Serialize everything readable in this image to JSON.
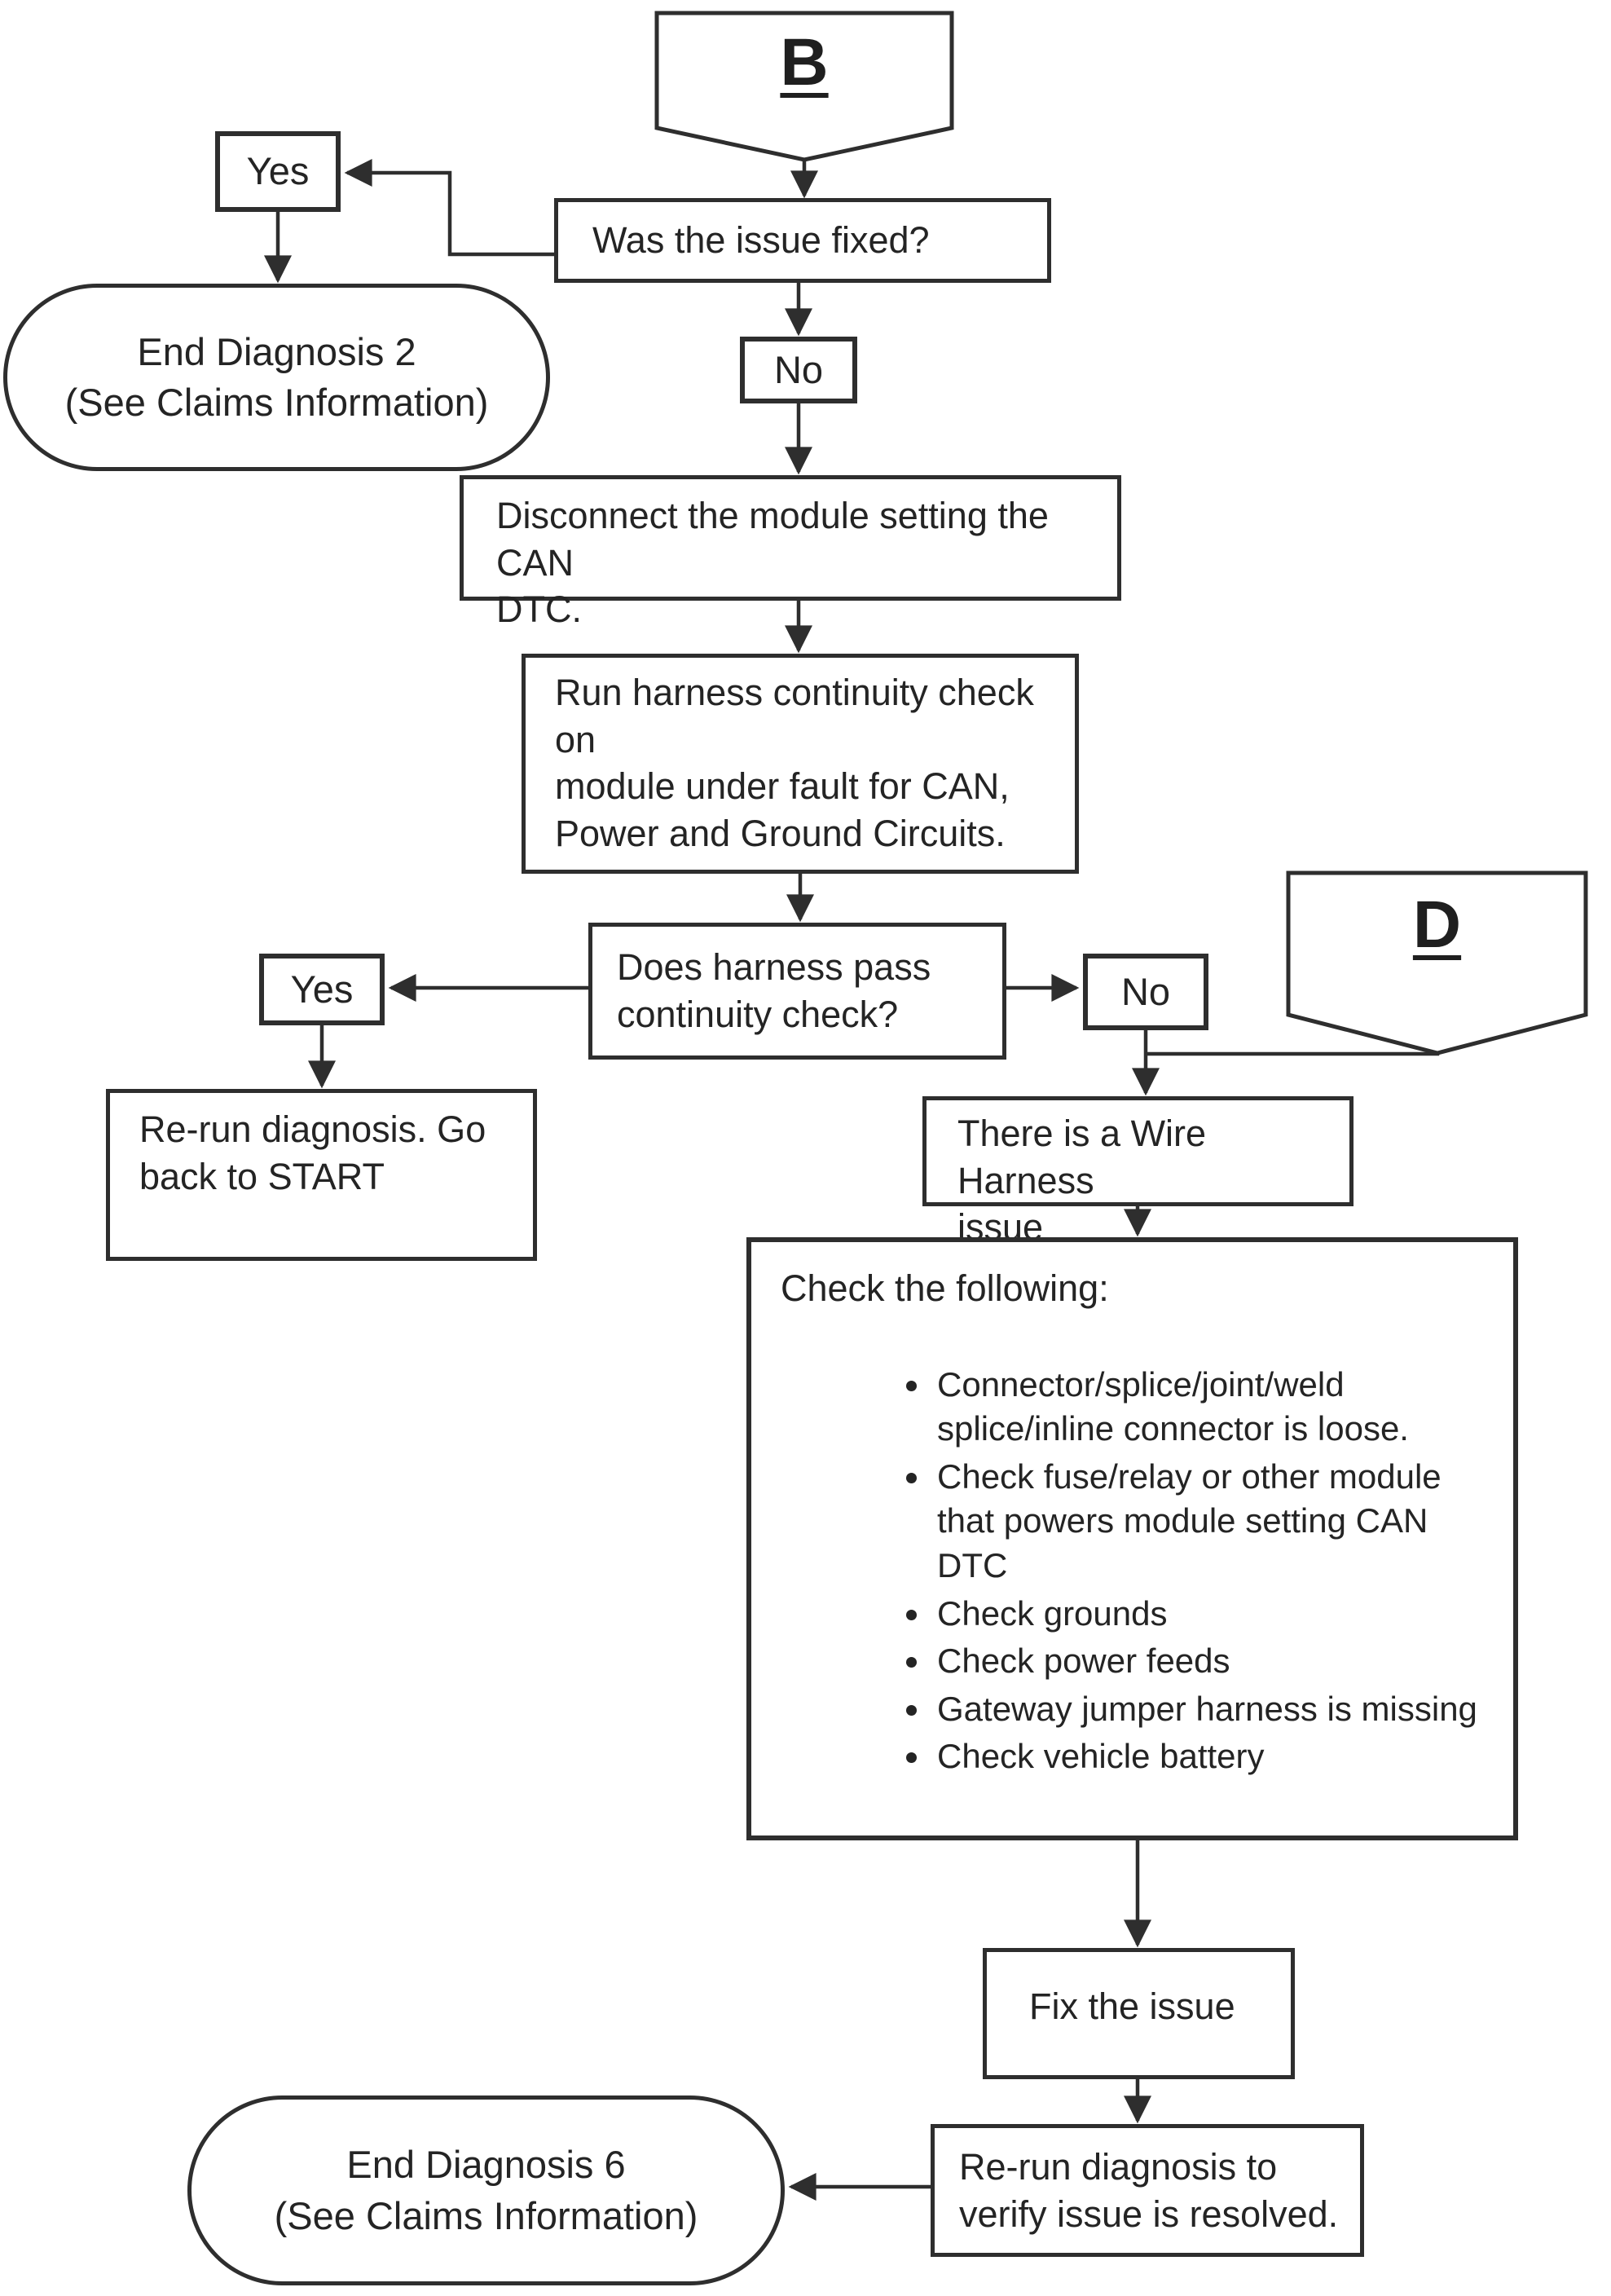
{
  "flow": {
    "b_label": "B",
    "d_label": "D",
    "yes1": "Yes",
    "was_fixed": "Was the issue fixed?",
    "no1": "No",
    "end2_line1": "End Diagnosis 2",
    "end2_line2": "(See Claims Information)",
    "disconnect_line1": "Disconnect the module setting the CAN",
    "disconnect_line2": "DTC.",
    "run_line1": "Run harness continuity check on",
    "run_line2": "module under fault for CAN,",
    "run_line3": "Power and Ground Circuits.",
    "does_line1": "Does harness pass",
    "does_line2": "continuity check?",
    "yes2": "Yes",
    "rerun_line1": "Re-run diagnosis. Go",
    "rerun_line2": "back to START",
    "no2": "No",
    "wire_line1": "There is a Wire Harness",
    "wire_line2": "issue",
    "check_heading": "Check the following:",
    "check_items": [
      "Connector/splice/joint/weld splice/inline connector is loose.",
      "Check fuse/relay or other module that powers module setting CAN DTC",
      "Check grounds",
      "Check power feeds",
      "Gateway jumper harness is missing",
      "Check vehicle battery"
    ],
    "fix_issue": "Fix the issue",
    "verify_line1": "Re-run diagnosis to",
    "verify_line2": "verify issue is resolved.",
    "end6_line1": "End Diagnosis 6",
    "end6_line2": "(See Claims Information)"
  },
  "colors": {
    "ink": "#2e2e2e",
    "background": "#ffffff"
  }
}
